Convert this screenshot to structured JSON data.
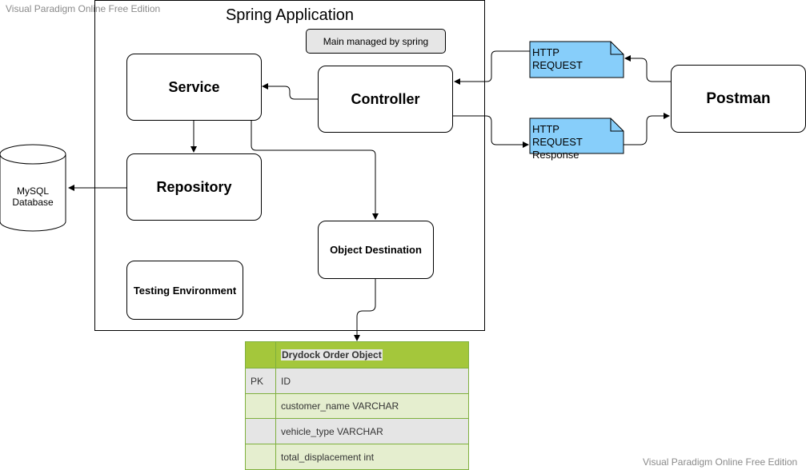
{
  "watermark": "Visual Paradigm Online Free Edition",
  "container": {
    "title": "Spring Application"
  },
  "badge": {
    "label": "Main managed by spring"
  },
  "nodes": {
    "service": "Service",
    "controller": "Controller",
    "repository": "Repository",
    "object_destination": "Object Destination",
    "testing_environment": "Testing Environment",
    "postman": "Postman",
    "database_line1": "MySQL",
    "database_line2": "Database"
  },
  "notes": {
    "request": "HTTP REQUEST",
    "response_line1": "HTTP REQUEST",
    "response_line2": "Response"
  },
  "table": {
    "title": "Drydock Order Object",
    "rows": [
      {
        "key": "PK",
        "field": "ID"
      },
      {
        "key": "",
        "field": "customer_name VARCHAR"
      },
      {
        "key": "",
        "field": "vehicle_type VARCHAR"
      },
      {
        "key": "",
        "field": "total_displacement int"
      }
    ]
  },
  "colors": {
    "note_fill": "#87cefa",
    "table_header": "#a4c73b",
    "table_row_dark": "#e5e5e5",
    "table_row_light": "#e5eecf",
    "table_border": "#7fb03d",
    "badge_fill": "#e6e6e6"
  }
}
